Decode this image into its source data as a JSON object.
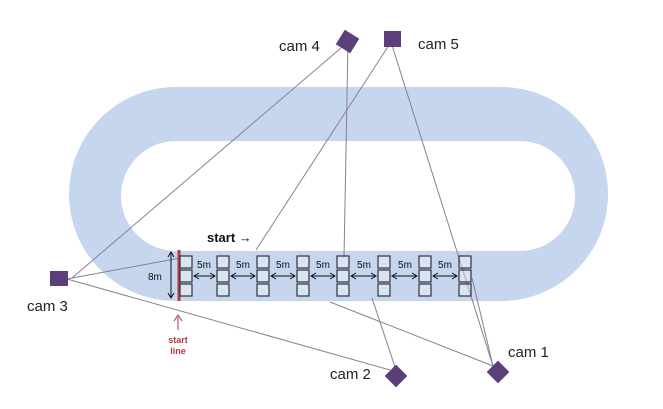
{
  "track": {
    "fill_color": "#c5d6ee",
    "start_label": "start →",
    "start_line_label": [
      "start",
      "line"
    ],
    "start_line_color": "#b03a48",
    "height_label": "8m",
    "gap_label": "5m"
  },
  "cameras": [
    {
      "id": "cam-1",
      "label": "cam 1"
    },
    {
      "id": "cam-2",
      "label": "cam 2"
    },
    {
      "id": "cam-3",
      "label": "cam 3"
    },
    {
      "id": "cam-4",
      "label": "cam 4"
    },
    {
      "id": "cam-5",
      "label": "cam 5"
    }
  ],
  "camera_color": "#5a3f7a",
  "line_color": "#8a7f90"
}
